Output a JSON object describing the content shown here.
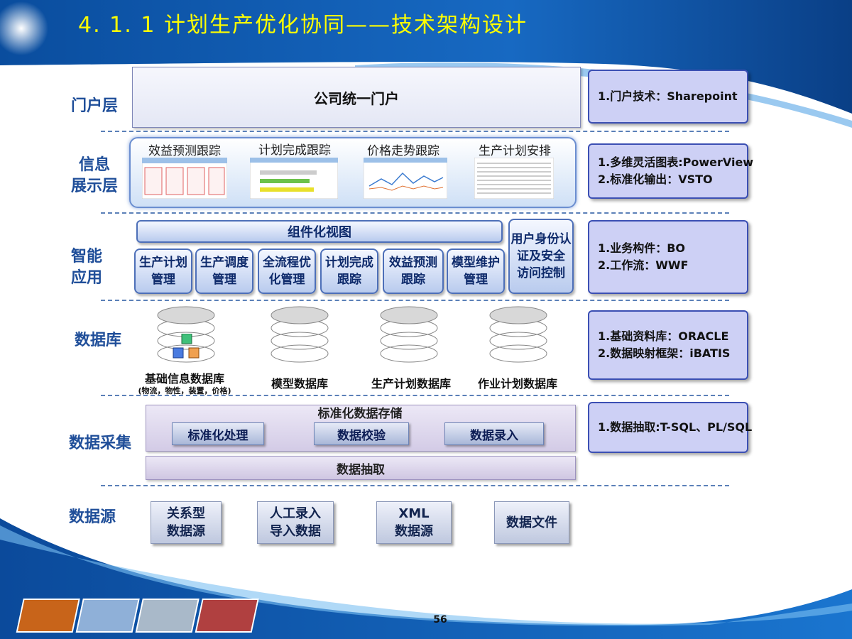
{
  "title": "4. 1. 1  计划生产优化协同——技术架构设计",
  "layers": {
    "portal": "门户层",
    "info": "信息\n展示层",
    "smart": "智能\n应用",
    "database": "数据库",
    "collect": "数据采集",
    "source": "数据源"
  },
  "portal_box": "公司统一门户",
  "info_panels": [
    "效益预测跟踪",
    "计划完成跟踪",
    "价格走势跟踪",
    "生产计划安排"
  ],
  "component_view": "组件化视图",
  "apps": [
    "生产计划\n管理",
    "生产调度\n管理",
    "全流程优\n化管理",
    "计划完成\n跟踪",
    "效益预测\n跟踪",
    "模型维护\n管理"
  ],
  "auth_box": "用户身份认\n证及安全\n访问控制",
  "databases": [
    {
      "name": "基础信息数据库",
      "sub": "(物流，物性，装置，价格)"
    },
    {
      "name": "模型数据库",
      "sub": ""
    },
    {
      "name": "生产计划数据库",
      "sub": ""
    },
    {
      "name": "作业计划数据库",
      "sub": ""
    }
  ],
  "collect": {
    "storage": "标准化数据存储",
    "steps": [
      "标准化处理",
      "数据校验",
      "数据录入"
    ],
    "extract": "数据抽取"
  },
  "sources": [
    "关系型\n数据源",
    "人工录入\n导入数据",
    "XML\n数据源",
    "数据文件"
  ],
  "tech": {
    "portal": [
      "1.门户技术：Sharepoint"
    ],
    "info": [
      "1.多维灵活图表:PowerView",
      "2.标准化输出：VSTO"
    ],
    "smart": [
      "1.业务构件：BO",
      "2.工作流：WWF"
    ],
    "database": [
      "1.基础资料库：ORACLE",
      "2.数据映射框架：iBATIS"
    ],
    "collect": [
      "1.数据抽取:T-SQL、PL/SQL"
    ]
  },
  "page_number": "56",
  "colors": {
    "title": "#ffff00",
    "layer_label": "#1f4e99",
    "tech_box": "#cdd0f5",
    "collect_bg": "#d9d2ea"
  }
}
